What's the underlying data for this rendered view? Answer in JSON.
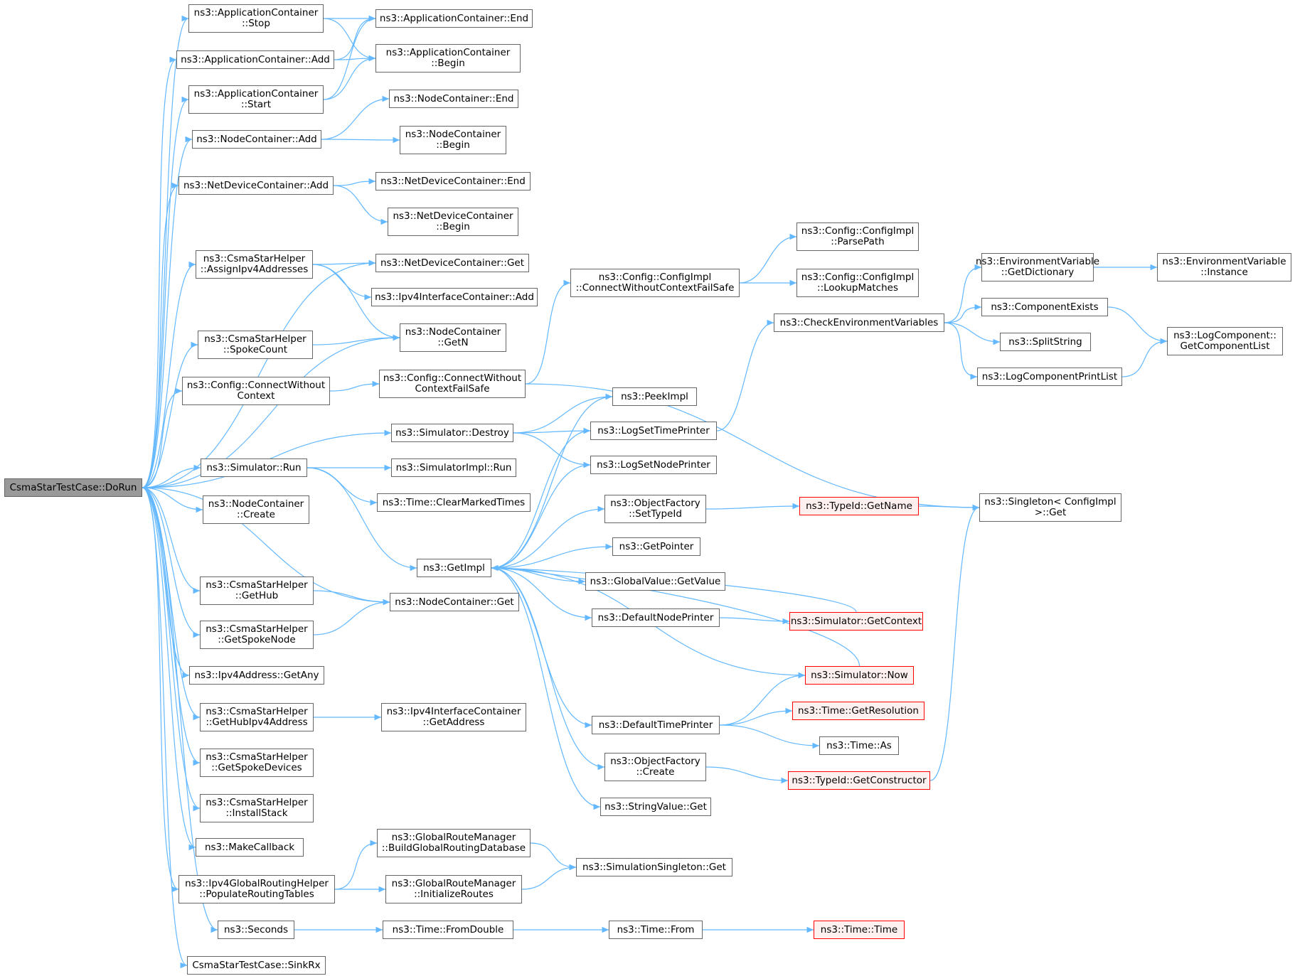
{
  "colors": {
    "edge": "#63b8ff",
    "border": "#666666",
    "root_fill": "#999999",
    "red_border": "#ff0000",
    "red_fill": "#fff0f0"
  },
  "nodes": {
    "root": [
      "CsmaStarTestCase::DoRun"
    ],
    "appStop": [
      "ns3::ApplicationContainer",
      "::Stop"
    ],
    "appAdd": [
      "ns3::ApplicationContainer::Add"
    ],
    "appStart": [
      "ns3::ApplicationContainer",
      "::Start"
    ],
    "appEnd": [
      "ns3::ApplicationContainer::End"
    ],
    "appBegin": [
      "ns3::ApplicationContainer",
      "::Begin"
    ],
    "ncAdd": [
      "ns3::NodeContainer::Add"
    ],
    "ncEnd": [
      "ns3::NodeContainer::End"
    ],
    "ncBegin": [
      "ns3::NodeContainer",
      "::Begin"
    ],
    "ndcAdd": [
      "ns3::NetDeviceContainer::Add"
    ],
    "ndcEnd": [
      "ns3::NetDeviceContainer::End"
    ],
    "ndcBegin": [
      "ns3::NetDeviceContainer",
      "::Begin"
    ],
    "ndcGet": [
      "ns3::NetDeviceContainer::Get"
    ],
    "assignIpv4": [
      "ns3::CsmaStarHelper",
      "::AssignIpv4Addresses"
    ],
    "ipv4IcAdd": [
      "ns3::Ipv4InterfaceContainer::Add"
    ],
    "ncGetN": [
      "ns3::NodeContainer",
      "::GetN"
    ],
    "spokeCount": [
      "ns3::CsmaStarHelper",
      "::SpokeCount"
    ],
    "cfgConnect": [
      "ns3::Config::ConnectWithout",
      "Context"
    ],
    "cfgConnectFS": [
      "ns3::Config::ConnectWithout",
      "ContextFailSafe"
    ],
    "cfgImplConnect": [
      "ns3::Config::ConfigImpl",
      "::ConnectWithoutContextFailSafe"
    ],
    "parsePath": [
      "ns3::Config::ConfigImpl",
      "::ParsePath"
    ],
    "lookupMatches": [
      "ns3::Config::ConfigImpl",
      "::LookupMatches"
    ],
    "checkEnv": [
      "ns3::CheckEnvironmentVariables"
    ],
    "envGetDict": [
      "ns3::EnvironmentVariable",
      "::GetDictionary"
    ],
    "envInstance": [
      "ns3::EnvironmentVariable",
      "::Instance"
    ],
    "compExists": [
      "ns3::ComponentExists"
    ],
    "splitString": [
      "ns3::SplitString"
    ],
    "logCompPrint": [
      "ns3::LogComponentPrintList"
    ],
    "getCompList": [
      "ns3::LogComponent::",
      "GetComponentList"
    ],
    "simDestroy": [
      "ns3::Simulator::Destroy"
    ],
    "peekImpl": [
      "ns3::PeekImpl"
    ],
    "logSetTime": [
      "ns3::LogSetTimePrinter"
    ],
    "logSetNode": [
      "ns3::LogSetNodePrinter"
    ],
    "simRun": [
      "ns3::Simulator::Run"
    ],
    "simImplRun": [
      "ns3::SimulatorImpl::Run"
    ],
    "clearMarked": [
      "ns3::Time::ClearMarkedTimes"
    ],
    "ncCreate": [
      "ns3::NodeContainer",
      "::Create"
    ],
    "ofSetTypeId": [
      "ns3::ObjectFactory",
      "::SetTypeId"
    ],
    "typeIdGetName": [
      "ns3::TypeId::GetName"
    ],
    "singletonGet": [
      "ns3::Singleton< ConfigImpl",
      ">::Get"
    ],
    "getPointer": [
      "ns3::GetPointer"
    ],
    "getImpl": [
      "ns3::GetImpl"
    ],
    "gvGetValue": [
      "ns3::GlobalValue::GetValue"
    ],
    "defNodePrinter": [
      "ns3::DefaultNodePrinter"
    ],
    "simGetContext": [
      "ns3::Simulator::GetContext"
    ],
    "getHub": [
      "ns3::CsmaStarHelper",
      "::GetHub"
    ],
    "ncGet": [
      "ns3::NodeContainer::Get"
    ],
    "getSpokeNode": [
      "ns3::CsmaStarHelper",
      "::GetSpokeNode"
    ],
    "ipv4GetAny": [
      "ns3::Ipv4Address::GetAny"
    ],
    "simNow": [
      "ns3::Simulator::Now"
    ],
    "getHubIpv4": [
      "ns3::CsmaStarHelper",
      "::GetHubIpv4Address"
    ],
    "ipv4IcGetAddr": [
      "ns3::Ipv4InterfaceContainer",
      "::GetAddress"
    ],
    "defTimePrinter": [
      "ns3::DefaultTimePrinter"
    ],
    "timeGetRes": [
      "ns3::Time::GetResolution"
    ],
    "timeAs": [
      "ns3::Time::As"
    ],
    "getSpokeDevices": [
      "ns3::CsmaStarHelper",
      "::GetSpokeDevices"
    ],
    "ofCreate": [
      "ns3::ObjectFactory",
      "::Create"
    ],
    "typeIdGetCtor": [
      "ns3::TypeId::GetConstructor"
    ],
    "installStack": [
      "ns3::CsmaStarHelper",
      "::InstallStack"
    ],
    "stringValueGet": [
      "ns3::StringValue::Get"
    ],
    "makeCallback": [
      "ns3::MakeCallback"
    ],
    "grmBuild": [
      "ns3::GlobalRouteManager",
      "::BuildGlobalRoutingDatabase"
    ],
    "simSingletonGet": [
      "ns3::SimulationSingleton::Get"
    ],
    "populateRT": [
      "ns3::Ipv4GlobalRoutingHelper",
      "::PopulateRoutingTables"
    ],
    "grmInit": [
      "ns3::GlobalRouteManager",
      "::InitializeRoutes"
    ],
    "seconds": [
      "ns3::Seconds"
    ],
    "timeFromDouble": [
      "ns3::Time::FromDouble"
    ],
    "timeFrom": [
      "ns3::Time::From"
    ],
    "timeTime": [
      "ns3::Time::Time"
    ],
    "sinkRx": [
      "CsmaStarTestCase::SinkRx"
    ]
  }
}
